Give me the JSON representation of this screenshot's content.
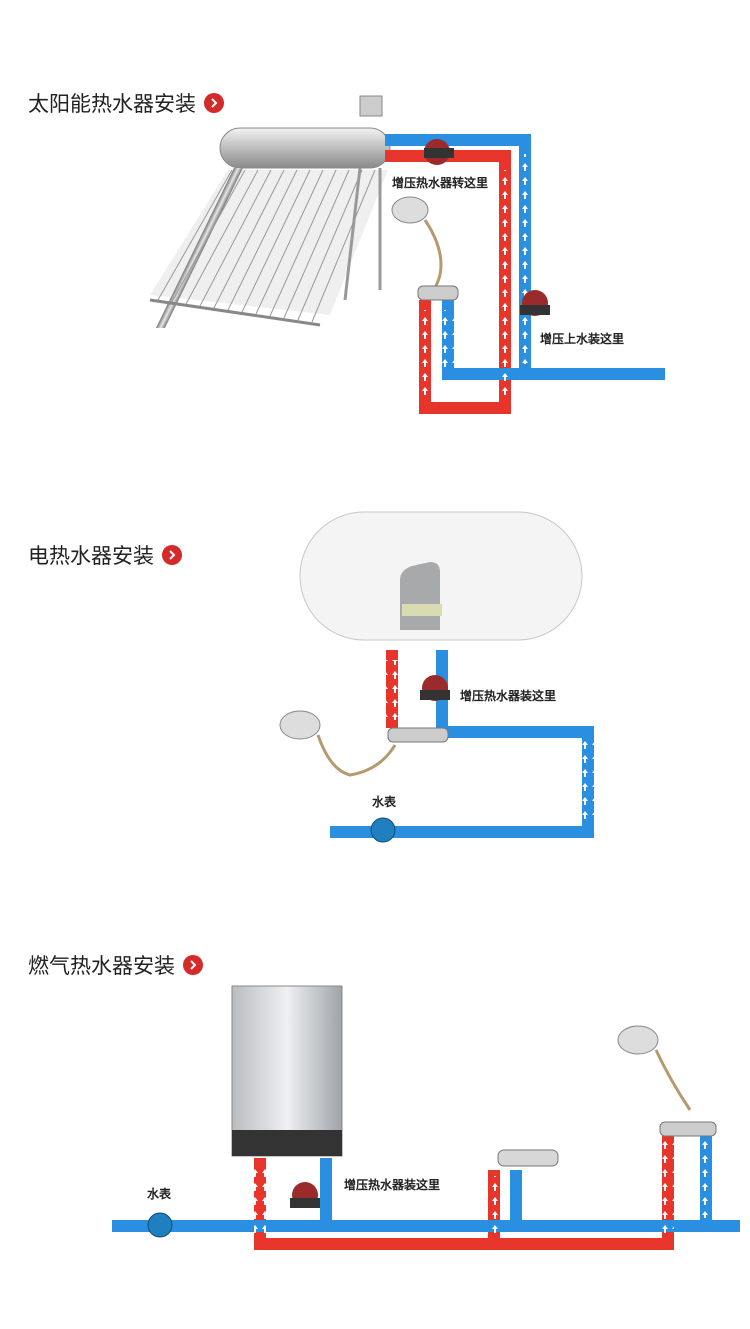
{
  "colors": {
    "hot_pipe": "#e8352b",
    "cold_pipe": "#2a8fe0",
    "accent": "#d42a2a"
  },
  "sections": [
    {
      "title": "太阳能热水器安装",
      "labels": {
        "pump_top": "增压热水器转这里",
        "pump_right": "增压上水装这里"
      }
    },
    {
      "title": "电热水器安装",
      "labels": {
        "pump": "增压热水器装这里",
        "meter": "水表"
      }
    },
    {
      "title": "燃气热水器安装",
      "labels": {
        "pump": "增压热水器装这里",
        "meter": "水表"
      }
    }
  ]
}
